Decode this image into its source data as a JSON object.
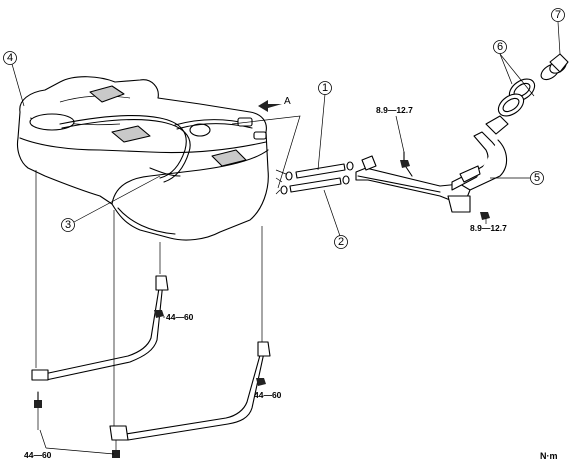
{
  "callouts": [
    {
      "id": "1",
      "label": "1"
    },
    {
      "id": "2",
      "label": "2"
    },
    {
      "id": "3",
      "label": "3"
    },
    {
      "id": "4",
      "label": "4"
    },
    {
      "id": "5",
      "label": "5"
    },
    {
      "id": "6",
      "label": "6"
    },
    {
      "id": "7",
      "label": "7"
    }
  ],
  "view_arrow_label": "A",
  "torques": {
    "filler_pipe_top": "8.9—12.7",
    "filler_pipe_bottom": "8.9—12.7",
    "strap_front_upper": "44—60",
    "strap_rear_lower": "44—60",
    "strap_bolts_bottom": "44—60"
  },
  "unit": "N·m"
}
